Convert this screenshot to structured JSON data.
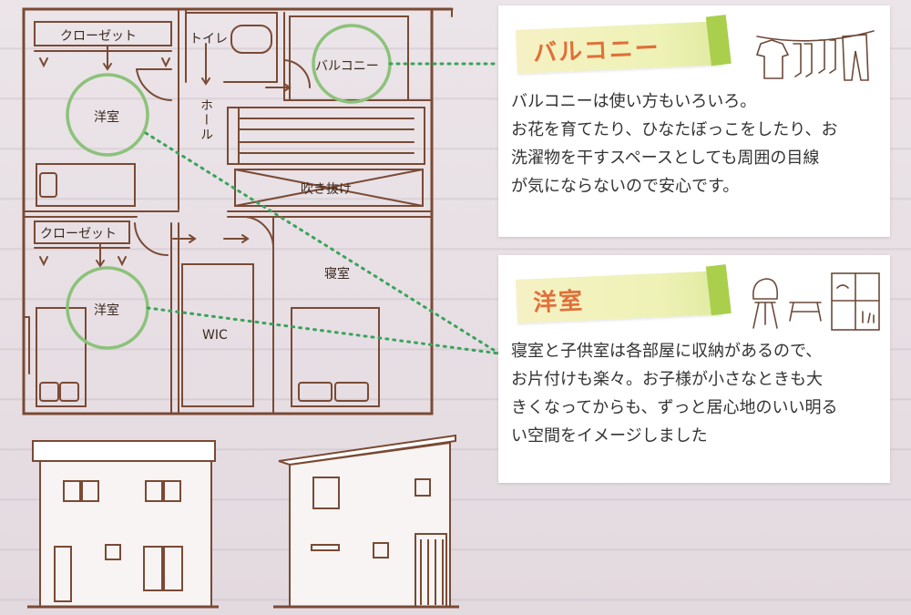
{
  "rooms": {
    "closet_top": "クローゼット",
    "toilet": "トイレ",
    "balcony": "バルコニー",
    "western_top": "洋室",
    "hall": "ホール",
    "atrium": "吹き抜け",
    "closet_bottom": "クローゼット",
    "bedroom": "寝室",
    "western_bottom": "洋室",
    "wic": "WIC"
  },
  "cards": {
    "balcony": {
      "title": "バルコニー",
      "lines": [
        "バルコニーは使い方もいろいろ。",
        "お花を育てたり、ひなたぼっこをしたり、お",
        "洗濯物を干すスペースとしても周囲の目線",
        "が気にならないので安心です。"
      ]
    },
    "western": {
      "title": "洋室",
      "lines": [
        "寝室と子供室は各部屋に収納があるので、",
        "お片付けも楽々。お子様が小さなときも大",
        "きくなってからも、ずっと居心地のいい明る",
        "い空間をイメージしました"
      ]
    }
  },
  "colors": {
    "wall": "#7a4a34",
    "circle": "#8cc27a",
    "dots": "#3aa35a",
    "title": "#e0703a",
    "stripe": "#a9cf4c"
  },
  "icons": [
    "laundry-icon",
    "chair-icon",
    "table-icon",
    "window-icon"
  ]
}
